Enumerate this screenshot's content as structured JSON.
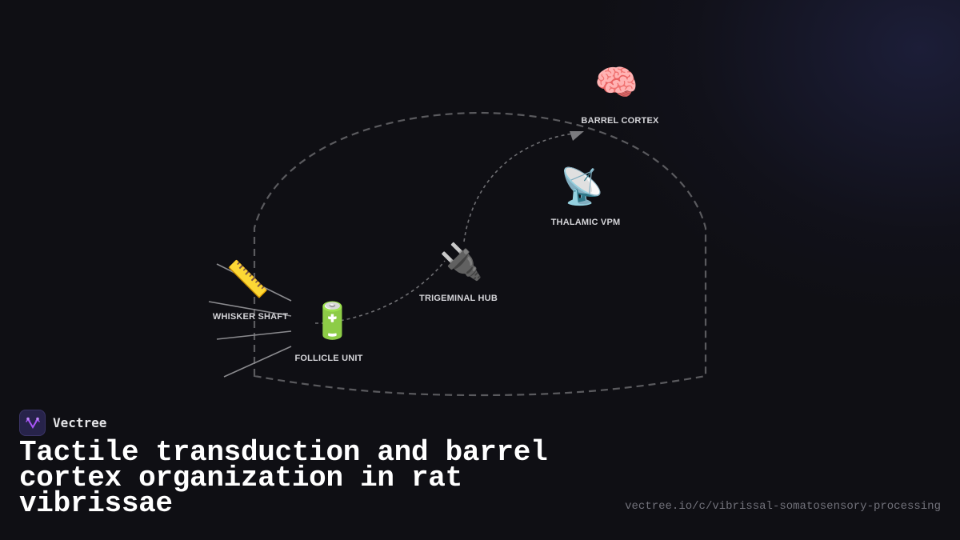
{
  "brand": {
    "name": "Vectree",
    "logo_icon": "vectree-logo-icon",
    "logo_color": "#a855f7"
  },
  "title": "Tactile transduction and barrel cortex organization in rat vibrissae",
  "url": "vectree.io/c/vibrissal-somatosensory-processing",
  "colors": {
    "background": "#0f0f14",
    "boundary": "#5a5a5e",
    "label": "#d4d4d8",
    "whisker_line": "#8a8a8e"
  },
  "nodes": [
    {
      "id": "whisker-shaft",
      "label": "WHISKER SHAFT",
      "icon": "ruler-icon",
      "glyph": "📏"
    },
    {
      "id": "follicle-unit",
      "label": "FOLLICLE UNIT",
      "icon": "battery-icon",
      "glyph": "🔋"
    },
    {
      "id": "trigeminal-hub",
      "label": "TRIGEMINAL HUB",
      "icon": "plug-icon",
      "glyph": "🔌"
    },
    {
      "id": "thalamic-vpm",
      "label": "THALAMIC VPM",
      "icon": "satellite-dish-icon",
      "glyph": "📡"
    },
    {
      "id": "barrel-cortex",
      "label": "BARREL CORTEX",
      "icon": "brain-icon",
      "glyph": "🧠"
    }
  ],
  "edges": [
    {
      "from": "follicle-unit",
      "to": "trigeminal-hub",
      "style": "dotted"
    },
    {
      "from": "trigeminal-hub",
      "to": "barrel-cortex",
      "style": "dotted",
      "arrow": true
    }
  ]
}
